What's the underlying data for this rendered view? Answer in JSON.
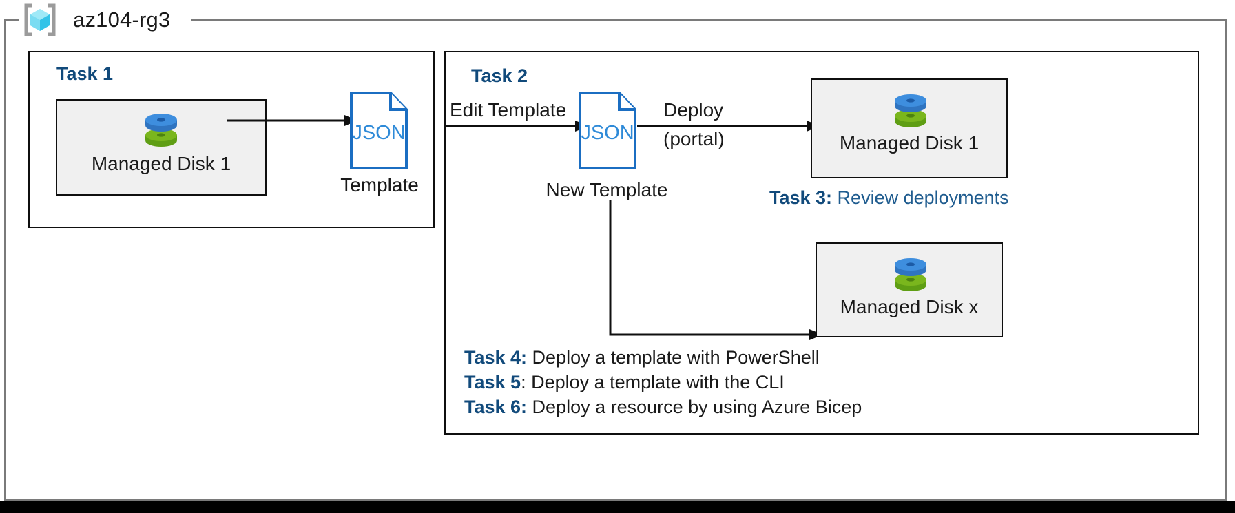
{
  "resource_group": {
    "name": "az104-rg3",
    "icon": "azure-resource-group-icon"
  },
  "task1": {
    "heading": "Task 1",
    "resource": {
      "label": "Managed Disk 1",
      "icon": "managed-disk-icon"
    },
    "output": {
      "doc_text": "JSON",
      "caption": "Template",
      "icon": "json-document-icon"
    },
    "arrow_export": "export-arrow"
  },
  "task2": {
    "heading": "Task 2",
    "edit_label": "Edit Template",
    "new_template": {
      "doc_text": "JSON",
      "caption": "New Template",
      "icon": "json-document-icon"
    },
    "deploy_label_line1": "Deploy",
    "deploy_label_line2": "(portal)",
    "deployed_resource": {
      "label": "Managed Disk 1",
      "icon": "managed-disk-icon"
    },
    "scaled_resource": {
      "label": "Managed Disk x",
      "icon": "managed-disk-icon"
    }
  },
  "notes": {
    "task3": {
      "key": "Task 3:",
      "desc": " Review deployments"
    },
    "task4": {
      "key": "Task 4:",
      "desc": " Deploy a template with PowerShell"
    },
    "task5": {
      "key": "Task 5",
      "desc": ": Deploy a template with the CLI"
    },
    "task6": {
      "key": "Task 6:",
      "desc": " Deploy a resource by using Azure Bicep"
    }
  },
  "colors": {
    "task_heading": "#114a7b",
    "note_link": "#1f5c8f",
    "json_blue": "#1b6ec2",
    "disk_blue": "#3e8ede",
    "disk_green": "#7ab61d",
    "card_fill": "#f0f0f0",
    "frame_gray": "#7a7a7a",
    "stroke_black": "#0f0f0f"
  }
}
